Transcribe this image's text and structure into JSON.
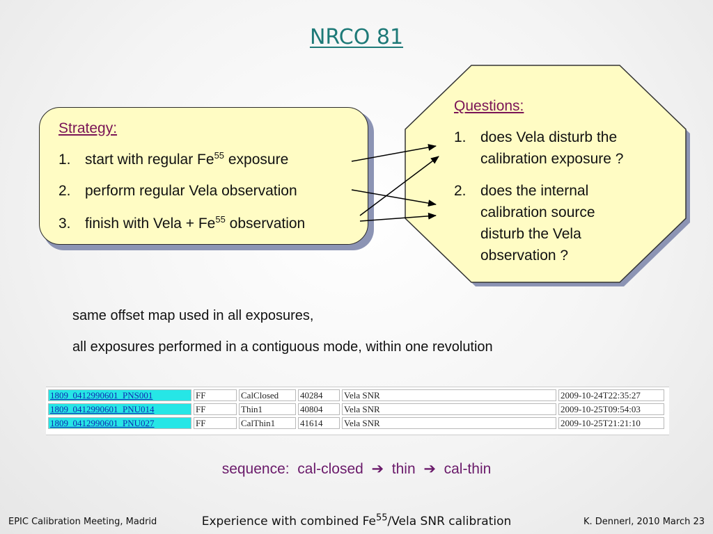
{
  "title": "NRCO 81",
  "strategy": {
    "heading": "Strategy:",
    "items": [
      {
        "num": "1.",
        "pre": "start with regular Fe",
        "sup": "55",
        "post": " exposure"
      },
      {
        "num": "2.",
        "pre": "perform regular Vela observation",
        "sup": "",
        "post": ""
      },
      {
        "num": "3.",
        "pre": "finish with Vela + Fe",
        "sup": "55",
        "post": " observation"
      }
    ]
  },
  "questions": {
    "heading": "Questions:",
    "items": [
      {
        "num": "1.",
        "lines": [
          "does Vela disturb the",
          "calibration exposure ?"
        ]
      },
      {
        "num": "2.",
        "lines": [
          "does the internal",
          "calibration source",
          "disturb the Vela",
          "observation ?"
        ]
      }
    ]
  },
  "notes": [
    "same offset map used in all exposures,",
    "all exposures performed in a contiguous mode, within one revolution"
  ],
  "table": {
    "rows": [
      [
        "1809_0412990601_PNS001",
        "FF",
        "CalClosed",
        "40284",
        "Vela SNR",
        "2009-10-24T22:35:27"
      ],
      [
        "1809_0412990601_PNU014",
        "FF",
        "Thin1",
        "40804",
        "Vela SNR",
        "2009-10-25T09:54:03"
      ],
      [
        "1809_0412990601_PNU027",
        "FF",
        "CalThin1",
        "41614",
        "Vela SNR",
        "2009-10-25T21:21:10"
      ]
    ]
  },
  "sequence": {
    "label": "sequence:  cal-closed",
    "step2": "thin",
    "step3": "cal-thin",
    "arrow": "➔"
  },
  "footer": {
    "left": "EPIC Calibration Meeting, Madrid",
    "center_pre": "Experience with combined Fe",
    "center_sup": "55",
    "center_post": "/Vela SNR calibration",
    "right": "K. Dennerl, 2010 March 23"
  },
  "colors": {
    "title": "#1e7a78",
    "box_fill": "#fffcc4",
    "heading": "#7a1456",
    "shadow": "#8c94b4",
    "id_cell": "#26e6e6"
  }
}
